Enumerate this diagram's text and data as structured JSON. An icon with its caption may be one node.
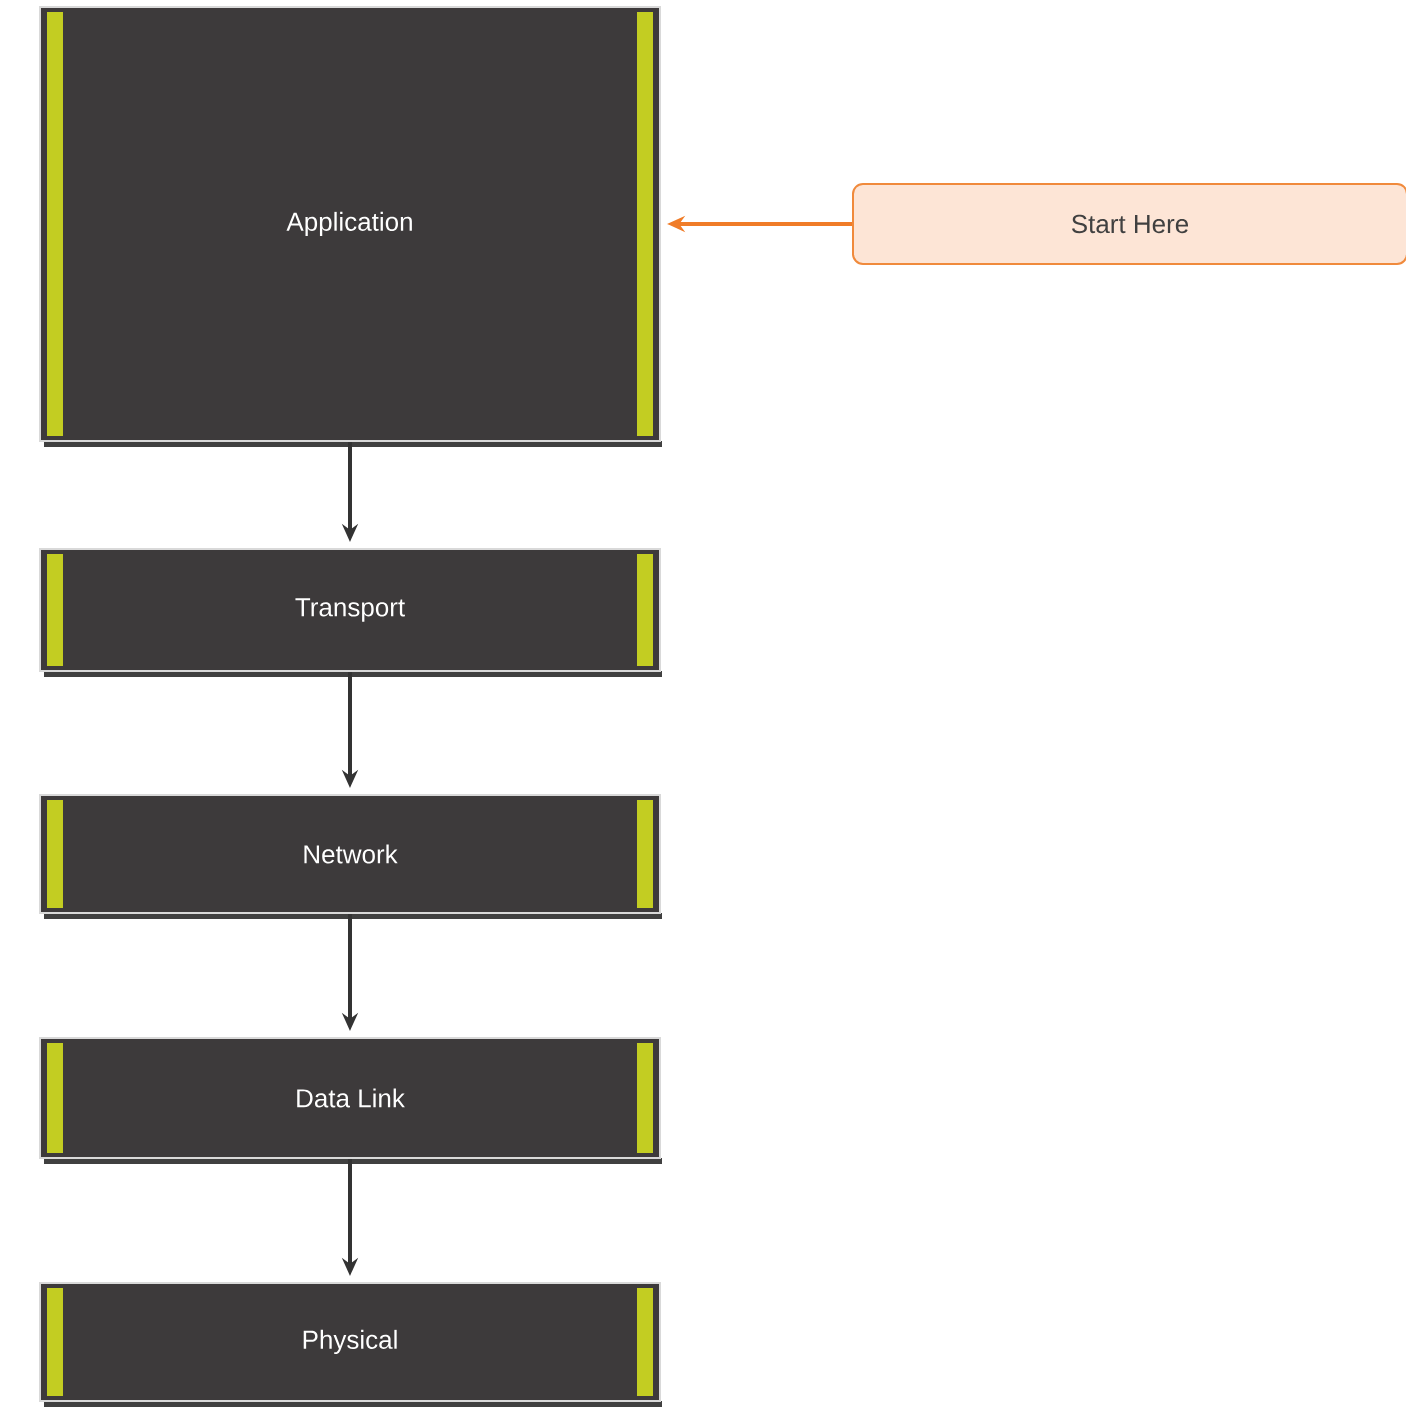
{
  "diagram": {
    "nodes": [
      {
        "text": [
          "Application"
        ]
      },
      {
        "text": [
          "Start Here"
        ]
      },
      {
        "text": [
          "Transport"
        ]
      },
      {
        "text": [
          "Network"
        ]
      },
      {
        "text": [
          "Data Link"
        ]
      },
      {
        "text": [
          "Physical"
        ]
      }
    ],
    "edges": [
      {
        "from": 1,
        "to": 0,
        "arrow": "to",
        "color": "#f07c28"
      },
      {
        "from": 0,
        "to": 2,
        "arrow": "to"
      },
      {
        "from": 2,
        "to": 3,
        "arrow": "to"
      },
      {
        "from": 3,
        "to": 4,
        "arrow": "to"
      },
      {
        "from": 4,
        "to": 5,
        "arrow": "to"
      }
    ]
  }
}
